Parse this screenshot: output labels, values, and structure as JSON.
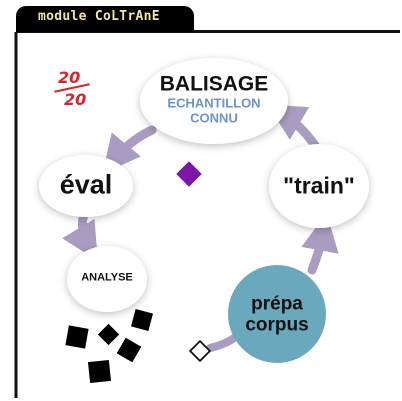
{
  "header": {
    "module_label": "module CoLTrAnE"
  },
  "score": {
    "numerator": "20",
    "denominator": "20",
    "color": "#d8232a"
  },
  "nodes": {
    "balisage": {
      "title": "BALISAGE",
      "line1": "ECHANTILLON",
      "line2": "CONNU"
    },
    "eval": {
      "label": "éval"
    },
    "train": {
      "label": "\"train\""
    },
    "analyse": {
      "label": "ANALYSE"
    },
    "prepa": {
      "line1": "prépa",
      "line2": "corpus",
      "fill": "#6aa8bd"
    }
  },
  "colors": {
    "arrow": "#a99cc0",
    "accent_diamond": "#7a17a8",
    "subtitle": "#6b93cc",
    "panel_border": "#111111"
  },
  "icons": [
    "purple-diamond-icon",
    "outline-diamond-icon",
    "black-squares-icon"
  ]
}
